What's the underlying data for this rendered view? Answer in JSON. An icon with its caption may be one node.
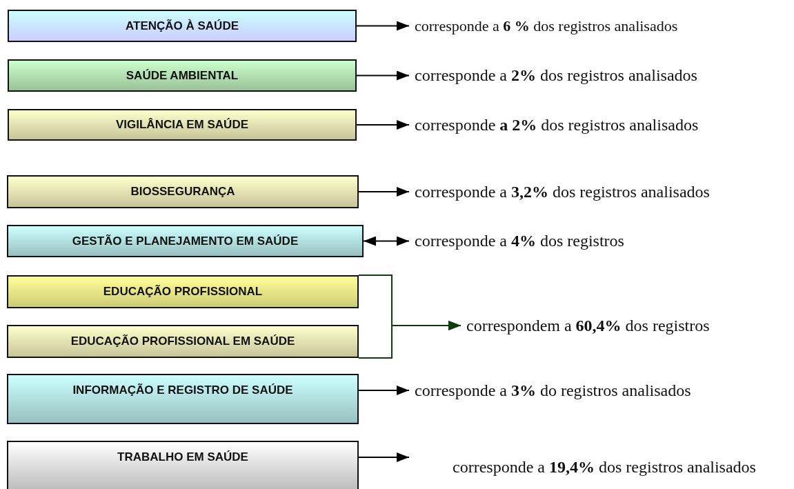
{
  "diagram": {
    "nodes": [
      {
        "text": [
          "ATENÇÃO À SAÚDE"
        ]
      },
      {
        "text": [
          "corresponde a **6 %** dos registros analisados"
        ]
      },
      {
        "text": [
          "SAÚDE AMBIENTAL"
        ]
      },
      {
        "text": [
          "corresponde a **2%** dos registros analisados"
        ]
      },
      {
        "text": [
          "VIGILÂNCIA EM SAÚDE"
        ]
      },
      {
        "text": [
          "corresponde **a 2%** dos registros analisados"
        ]
      },
      {
        "text": [
          "BIOSSEGURANÇA"
        ]
      },
      {
        "text": [
          "corresponde a **3,2%** dos registros analisados"
        ]
      },
      {
        "text": [
          "GESTÃO E PLANEJAMENTO EM SAÚDE"
        ]
      },
      {
        "text": [
          "corresponde a **4%** dos registros"
        ]
      },
      {
        "text": [
          "EDUCAÇÃO PROFISSIONAL"
        ]
      },
      {
        "text": [
          "EDUCAÇÃO PROFISSIONAL EM SAÚDE"
        ]
      },
      {
        "text": [
          "correspondem a **60,4%** dos registros"
        ]
      },
      {
        "text": [
          "INFORMAÇÃO E REGISTRO DE SAÚDE"
        ]
      },
      {
        "text": [
          "corresponde a **3%** do registros analisados"
        ]
      },
      {
        "text": [
          "TRABALHO EM SAÚDE"
        ]
      },
      {
        "text": [
          "corresponde a **19,4%** dos registros analisados"
        ]
      }
    ],
    "edges": [
      {
        "from": 0,
        "to": 1,
        "arrow": "to"
      },
      {
        "from": 2,
        "to": 3,
        "arrow": "to"
      },
      {
        "from": 4,
        "to": 5,
        "arrow": "to"
      },
      {
        "from": 6,
        "to": 7,
        "arrow": "to"
      },
      {
        "from": 8,
        "to": 9,
        "arrow": "both"
      },
      {
        "from": 10,
        "to": 12,
        "arrow": "to",
        "color": "#0b3d0b"
      },
      {
        "from": 11,
        "to": 12,
        "arrow": "to",
        "color": "#0b3d0b"
      },
      {
        "from": 13,
        "to": 14,
        "arrow": "to"
      },
      {
        "from": 15,
        "to": 16,
        "arrow": "to"
      }
    ]
  }
}
